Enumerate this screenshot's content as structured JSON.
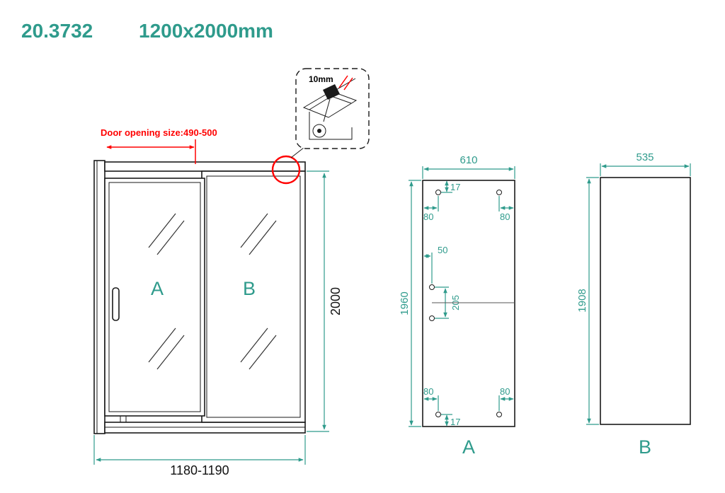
{
  "colors": {
    "accent_teal": "#2F9B8C",
    "dimension_red": "#FF0000",
    "line_black": "#1A1A1A"
  },
  "title": {
    "model": "20.3732",
    "size": "1200x2000mm"
  },
  "detail_callout": {
    "glass_thickness": "10mm"
  },
  "front_view": {
    "door_opening_label": "Door opening size:490-500",
    "panel_a_label": "A",
    "panel_b_label": "B",
    "height": "2000",
    "width_range": "1180-1190"
  },
  "panel_a_view": {
    "name": "A",
    "width": "610",
    "height": "1960",
    "hole_top_offset": "17",
    "hole_top_left_inset": "80",
    "hole_top_right_inset": "80",
    "hole_mid_left_inset": "50",
    "hole_mid_spacing": "205",
    "hole_bottom_left_inset": "80",
    "hole_bottom_right_inset": "80",
    "hole_bottom_offset": "17"
  },
  "panel_b_view": {
    "name": "B",
    "width": "535",
    "height": "1908"
  }
}
